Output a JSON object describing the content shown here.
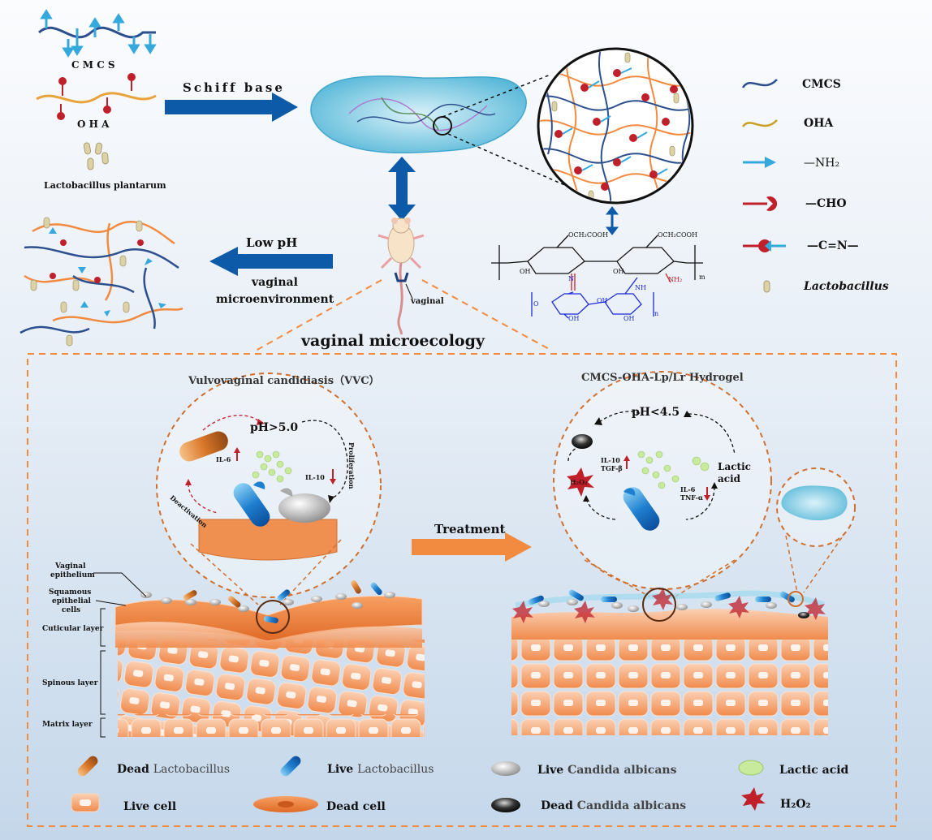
{
  "top": {
    "cmcs_label": "C M C S",
    "oha_label": "O H A",
    "lactobacillus_label": "Lactobacillus plantarum",
    "schiff_base": "Schiff base",
    "low_ph": "Low pH",
    "vaginal_env_line1": "vaginal",
    "vaginal_env_line2": "microenvironment",
    "mouse_label": "vaginal",
    "microecology_title": "vaginal microecology"
  },
  "chem": {
    "sub1": "OCH₂COOH",
    "sub2": "OCH₂COOH",
    "oh1": "OH",
    "oh2": "OH",
    "nh2": "NH₂",
    "n": "N",
    "m": "m",
    "o1": "O",
    "nh": "NH",
    "oh3": "OH",
    "oh4": "OH",
    "oh5": "OH",
    "n_sub": "n"
  },
  "right_legend": {
    "cmcs": "CMCS",
    "oha": "OHA",
    "nh2": "—NH₂",
    "cho": "—CHO",
    "cn": "—C=N—",
    "lacto": "Lactobacillus"
  },
  "vvc": {
    "title": "Vulvovaginal candidiasis（VVC）",
    "ph": "pH>5.0",
    "il6": "IL-6",
    "il10": "IL-10",
    "deactivation": "Deactivation",
    "proliferation": "Proliferation"
  },
  "hydro": {
    "title": "CMCS-OHA-Lp/Lr Hydrogel",
    "ph": "pH<4.5",
    "il10_tgf": "IL-10\nTGF-β",
    "il10": "IL-10",
    "tgf": "TGF-β",
    "il6": "IL-6",
    "tnf": "TNF-α",
    "lactic1": "Lactic",
    "lactic2": "acid",
    "h2o2": "H₂O₂"
  },
  "treatment": "Treatment",
  "layers": {
    "vaginal_epithelium_1": "Vaginal",
    "vaginal_epithelium_2": "epithelium",
    "squamous_1": "Squamous",
    "squamous_2": "epithelial",
    "squamous_3": "cells",
    "cuticular": "Cuticular layer",
    "spinous": "Spinous layer",
    "matrix": "Matrix layer"
  },
  "bottom_legend": {
    "dead_lacto_prefix": "Dead ",
    "dead_lacto_suffix": "Lactobacillus",
    "live_lacto_prefix": "Live ",
    "live_lacto_suffix": "Lactobacillus",
    "live_candida_prefix": "Live ",
    "live_candida_suffix": "Candida albicans",
    "lactic_acid": "Lactic acid",
    "live_cell": "Live cell",
    "dead_cell": "Dead cell",
    "dead_candida_prefix": "Dead ",
    "dead_candida_suffix": "Candida albicans",
    "h2o2": "H₂O₂"
  },
  "colors": {
    "cmcs": "#2d4f8e",
    "oha": "#e8a33a",
    "arrow_blue": "#0d5aa8",
    "orange": "#f28a40",
    "red": "#c0202a",
    "cyan": "#35a8dc"
  }
}
